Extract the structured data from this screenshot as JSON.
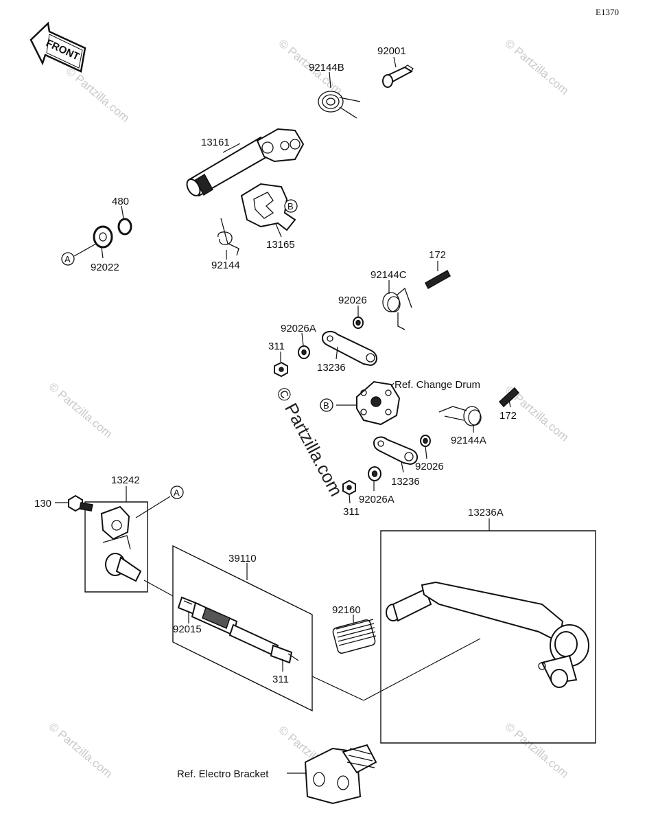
{
  "diagram": {
    "code": "E1370",
    "front_label": "FRONT",
    "watermark": "© Partzilla.com",
    "labels": {
      "p92001": "92001",
      "p92144B": "92144B",
      "p13161": "13161",
      "p480": "480",
      "p92022": "92022",
      "p92144": "92144",
      "p13165": "13165",
      "p172_top": "172",
      "p92144C": "92144C",
      "p92026_top": "92026",
      "p92026A_top": "92026A",
      "p311_top": "311",
      "p13236_top": "13236",
      "ref_change_drum": "Ref. Change Drum",
      "p172_right": "172",
      "p92144A": "92144A",
      "p92026_bot": "92026",
      "p13236_bot": "13236",
      "p92026A_bot": "92026A",
      "p311_mid": "311",
      "p13242": "13242",
      "p130": "130",
      "p39110": "39110",
      "p13236A": "13236A",
      "p92160": "92160",
      "p92015": "92015",
      "p311_rod": "311",
      "ref_electro_bracket": "Ref. Electro Bracket",
      "marker_a": "A",
      "marker_b": "B"
    }
  }
}
